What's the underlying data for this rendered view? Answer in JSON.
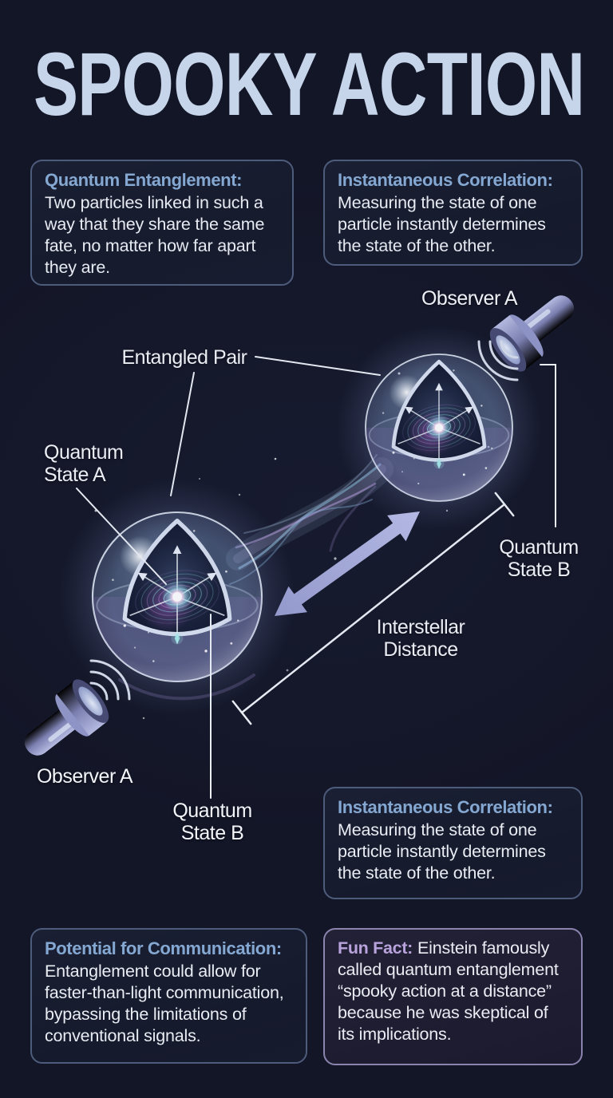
{
  "title": "SPOOKY ACTION",
  "info_boxes": {
    "quantum_entanglement": {
      "heading": "Quantum Entanglement:",
      "body": "Two particles linked in such a way that they share the same fate, no matter how far apart they are."
    },
    "instantaneous_correlation_top": {
      "heading": "Instantaneous Correlation:",
      "body": "Measuring the state of one particle instantly determines the state of the other."
    },
    "instantaneous_correlation_bottom": {
      "heading": "Instantaneous Correlation:",
      "body": "Measuring the state of one particle instantly determines the state of the other."
    },
    "potential_for_communication": {
      "heading": "Potential for Communication:",
      "body": "Entanglement could allow for faster-than-light communication, bypassing the limitations of conventional signals."
    },
    "fun_fact": {
      "heading": "Fun Fact:",
      "body": "Einstein famously called quantum entanglement “spooky action at a distance” because he was skeptical of its implications."
    }
  },
  "diagram": {
    "labels": {
      "observer_a_top": "Observer A",
      "observer_a_bottom": "Observer A",
      "entangled_pair": "Entangled Pair",
      "quantum_state_a": "Quantum State A",
      "quantum_state_b_right": "Quantum State B",
      "quantum_state_b_bottom": "Quantum State B",
      "interstellar_distance": "Interstellar Distance"
    },
    "icons": {
      "observer_device": "measurement-probe",
      "signal_waves": "signal-arcs",
      "distance_arrow": "double-headed-arrow",
      "dimension_line": "measurement-extent-line"
    }
  },
  "colors": {
    "background": "#131627",
    "title": "#c6d5ea",
    "heading_accent": "#84a8d2",
    "fun_fact_accent": "#b9a3dd",
    "body_text": "#e9ecf3",
    "label_text": "#f3f5fa",
    "box_border": "#4e5c7c",
    "fun_fact_border": "#8b84ae",
    "distance_arrow": "#a9aede"
  }
}
